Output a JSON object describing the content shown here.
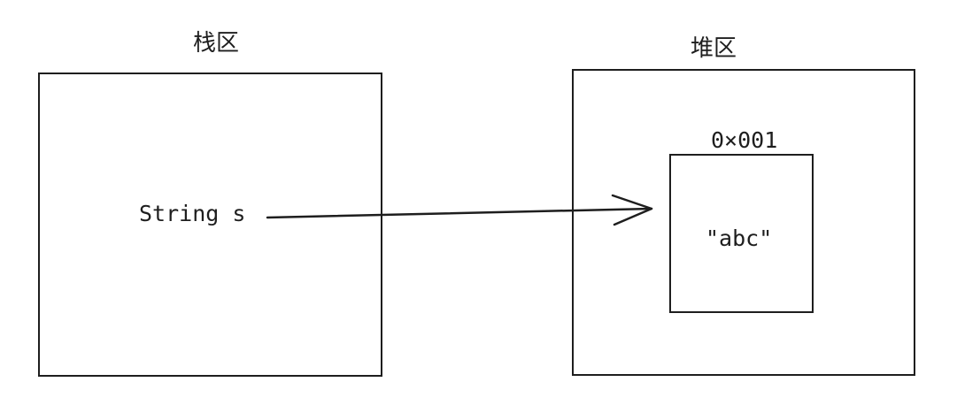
{
  "stack": {
    "title": "栈区",
    "variable": "String s"
  },
  "heap": {
    "title": "堆区",
    "object": {
      "address": "0×001",
      "value": "\"abc\""
    }
  },
  "colors": {
    "stroke": "#1e1e1e",
    "background": "#ffffff"
  },
  "icons": {
    "reference": "arrow-right-icon"
  }
}
